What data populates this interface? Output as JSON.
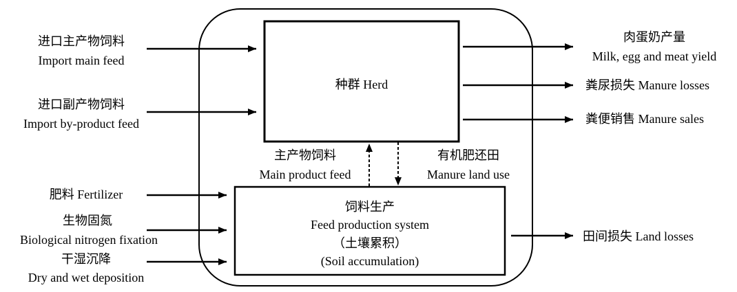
{
  "herd": {
    "label": "种群 Herd"
  },
  "feed_production": {
    "line1": "饲料生产",
    "line2": "Feed production system",
    "line3": "（土壤累积）",
    "line4": "(Soil accumulation)"
  },
  "inputs_herd": [
    {
      "zh": "进口主产物饲料",
      "en": "Import main feed"
    },
    {
      "zh": "进口副产物饲料",
      "en": "Import by-product feed"
    }
  ],
  "inputs_feed": [
    {
      "text": "肥料 Fertilizer"
    },
    {
      "zh": "生物固氮",
      "en": "Biological nitrogen fixation"
    },
    {
      "zh": "干湿沉降",
      "en": "Dry and wet deposition"
    }
  ],
  "outputs_herd": [
    {
      "zh": "肉蛋奶产量",
      "en": "Milk, egg and meat yield"
    },
    {
      "text": "粪尿损失 Manure losses"
    },
    {
      "text": "粪便销售 Manure sales"
    }
  ],
  "output_feed": {
    "text": "田间损失 Land losses"
  },
  "internal_flows": {
    "main_feed": {
      "zh": "主产物饲料",
      "en": "Main product feed"
    },
    "manure_use": {
      "zh": "有机肥还田",
      "en": "Manure land use"
    }
  }
}
